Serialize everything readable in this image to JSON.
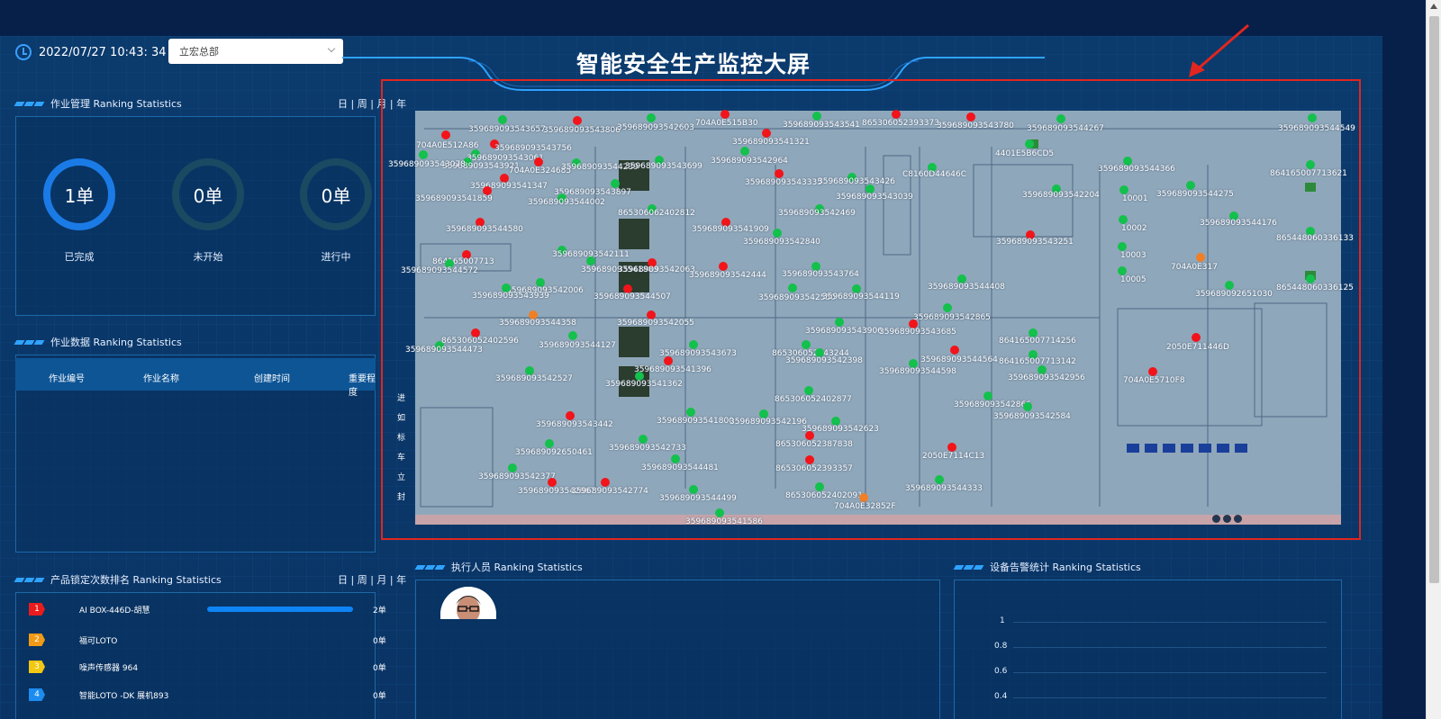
{
  "header": {
    "datetime": "2022/07/27 10:43: 34",
    "org_select": "立宏总部",
    "title": "智能安全生产监控大屏"
  },
  "job_mgmt": {
    "title": "作业管理 Ranking Statistics",
    "period": "日 | 周 | 月 | 年",
    "stats": [
      {
        "value": "1单",
        "label": "已完成"
      },
      {
        "value": "0单",
        "label": "未开始"
      },
      {
        "value": "0单",
        "label": "进行中"
      }
    ]
  },
  "job_data": {
    "title": "作业数据 Ranking Statistics",
    "columns": [
      "作业编号",
      "作业名称",
      "创建时间",
      "重要程度"
    ],
    "side_chars": [
      "进",
      "如",
      "标",
      "车",
      "立",
      "封"
    ]
  },
  "product_lock": {
    "title": "产品锁定次数排名 Ranking Statistics",
    "period": "日 | 周 | 月 | 年",
    "items": [
      {
        "rank": "1",
        "name": "AI BOX-446D-胡慧",
        "count": "2单",
        "color": "#e81c1c",
        "fill": 1.0
      },
      {
        "rank": "2",
        "name": "福可LOTO",
        "count": "0单",
        "color": "#f19a16",
        "fill": 0
      },
      {
        "rank": "3",
        "name": "噪声传感器 964",
        "count": "0单",
        "color": "#f3c812",
        "fill": 0
      },
      {
        "rank": "4",
        "name": "智能LOTO -DK 展机893",
        "count": "0单",
        "color": "#1c8cf0",
        "fill": 0
      }
    ]
  },
  "executors": {
    "title": "执行人员 Ranking Statistics"
  },
  "alarms": {
    "title": "设备告警统计 Ranking Statistics",
    "ticks": [
      "1",
      "0.8",
      "0.6",
      "0.4"
    ]
  },
  "monitor": {
    "markers": [
      {
        "label": "704A0E512A86",
        "color": "red"
      },
      {
        "label": "359689093543657",
        "color": "green"
      },
      {
        "label": "359689093543806",
        "color": "red"
      },
      {
        "label": "359689093542603",
        "color": "green"
      },
      {
        "label": "704A0E515B30",
        "color": "red"
      },
      {
        "label": "359689093543541",
        "color": "green"
      },
      {
        "label": "865306052393373",
        "color": "red"
      },
      {
        "label": "359689093543780",
        "color": "red"
      },
      {
        "label": "359689093544267",
        "color": "green"
      },
      {
        "label": "359689093544549",
        "color": "green"
      },
      {
        "label": "359689093543756",
        "color": "red"
      },
      {
        "label": "359689093543061",
        "color": "green"
      },
      {
        "label": "359689093543921",
        "color": "green"
      },
      {
        "label": "359689093543078",
        "color": "green"
      },
      {
        "label": "359689093541321",
        "color": "red"
      },
      {
        "label": "359689093542964",
        "color": "green"
      },
      {
        "label": "704A0E324685",
        "color": "red"
      },
      {
        "label": "359689093544239",
        "color": "green"
      },
      {
        "label": "359689093543699",
        "color": "green"
      },
      {
        "label": "4401E5B6CD5",
        "color": "green"
      },
      {
        "label": "359689093544366",
        "color": "green"
      },
      {
        "label": "864165007713621",
        "color": "green"
      },
      {
        "label": "359689093541347",
        "color": "red"
      },
      {
        "label": "359689093543335",
        "color": "red"
      },
      {
        "label": "359689093543426",
        "color": "green"
      },
      {
        "label": "C8160D44646C",
        "color": "green"
      },
      {
        "label": "359689093543897",
        "color": "green"
      },
      {
        "label": "359689093543039",
        "color": "green"
      },
      {
        "label": "359689093542204",
        "color": "green"
      },
      {
        "label": "10001",
        "color": "green"
      },
      {
        "label": "359689093544275",
        "color": "green"
      },
      {
        "label": "359689093541859",
        "color": "red"
      },
      {
        "label": "359689093544002",
        "color": "green"
      },
      {
        "label": "865306062402812",
        "color": "green"
      },
      {
        "label": "359689093542469",
        "color": "green"
      },
      {
        "label": "359689093544176",
        "color": "green"
      },
      {
        "label": "10002",
        "color": "green"
      },
      {
        "label": "359689093544580",
        "color": "red"
      },
      {
        "label": "359689093541909",
        "color": "red"
      },
      {
        "label": "359689093542840",
        "color": "green"
      },
      {
        "label": "359689093543251",
        "color": "red"
      },
      {
        "label": "865448060336133",
        "color": "green"
      },
      {
        "label": "864165007713",
        "color": "red"
      },
      {
        "label": "359689093542111",
        "color": "green"
      },
      {
        "label": "10003",
        "color": "green"
      },
      {
        "label": "704A0E317",
        "color": "orange"
      },
      {
        "label": "359689093544572",
        "color": "green"
      },
      {
        "label": "359689093541883",
        "color": "green"
      },
      {
        "label": "359689093542063",
        "color": "red"
      },
      {
        "label": "359689093542444",
        "color": "red"
      },
      {
        "label": "359689093543764",
        "color": "green"
      },
      {
        "label": "10005",
        "color": "green"
      },
      {
        "label": "865448060336125",
        "color": "green"
      },
      {
        "label": "359689093542006",
        "color": "green"
      },
      {
        "label": "359689093543939",
        "color": "green"
      },
      {
        "label": "359689093544507",
        "color": "red"
      },
      {
        "label": "359689093542550",
        "color": "green"
      },
      {
        "label": "359689093544119",
        "color": "green"
      },
      {
        "label": "359689093544408",
        "color": "green"
      },
      {
        "label": "359689092651030",
        "color": "green"
      },
      {
        "label": "359689093542865",
        "color": "green"
      },
      {
        "label": "359689093544358",
        "color": "orange"
      },
      {
        "label": "359689093542055",
        "color": "red"
      },
      {
        "label": "359689093543906",
        "color": "green"
      },
      {
        "label": "359689093543685",
        "color": "red"
      },
      {
        "label": "865306052402596",
        "color": "red"
      },
      {
        "label": "359689093544127",
        "color": "green"
      },
      {
        "label": "864165007714256",
        "color": "green"
      },
      {
        "label": "2050E711446D",
        "color": "red"
      },
      {
        "label": "359689093544473",
        "color": "green"
      },
      {
        "label": "359689093543673",
        "color": "green"
      },
      {
        "label": "865306052443244",
        "color": "green"
      },
      {
        "label": "359689093544564",
        "color": "red"
      },
      {
        "label": "864165007713142",
        "color": "green"
      },
      {
        "label": "359689093541396",
        "color": "red"
      },
      {
        "label": "359689093542527",
        "color": "green"
      },
      {
        "label": "359689093541362",
        "color": "green"
      },
      {
        "label": "359689093542398",
        "color": "green"
      },
      {
        "label": "359689093544598",
        "color": "green"
      },
      {
        "label": "359689093542956",
        "color": "green"
      },
      {
        "label": "704A0E5710F8",
        "color": "red"
      },
      {
        "label": "865306052402877",
        "color": "green"
      },
      {
        "label": "359689093542866",
        "color": "green"
      },
      {
        "label": "359689093543442",
        "color": "red"
      },
      {
        "label": "359689093541800",
        "color": "green"
      },
      {
        "label": "359689093542196",
        "color": "green"
      },
      {
        "label": "359689093542584",
        "color": "green"
      },
      {
        "label": "359689093542623",
        "color": "green"
      },
      {
        "label": "359689092650461",
        "color": "green"
      },
      {
        "label": "359689093542733",
        "color": "green"
      },
      {
        "label": "865306052387838",
        "color": "red"
      },
      {
        "label": "2050E7114C13",
        "color": "red"
      },
      {
        "label": "359689093542377",
        "color": "green"
      },
      {
        "label": "359689093544481",
        "color": "green"
      },
      {
        "label": "865306052393357",
        "color": "red"
      },
      {
        "label": "359689093542967",
        "color": "red"
      },
      {
        "label": "359689093542774",
        "color": "red"
      },
      {
        "label": "359689093544499",
        "color": "green"
      },
      {
        "label": "865306052402091",
        "color": "green"
      },
      {
        "label": "359689093544333",
        "color": "green"
      },
      {
        "label": "704A0E32852F",
        "color": "orange"
      },
      {
        "label": "359689093541586",
        "color": "green"
      }
    ]
  }
}
